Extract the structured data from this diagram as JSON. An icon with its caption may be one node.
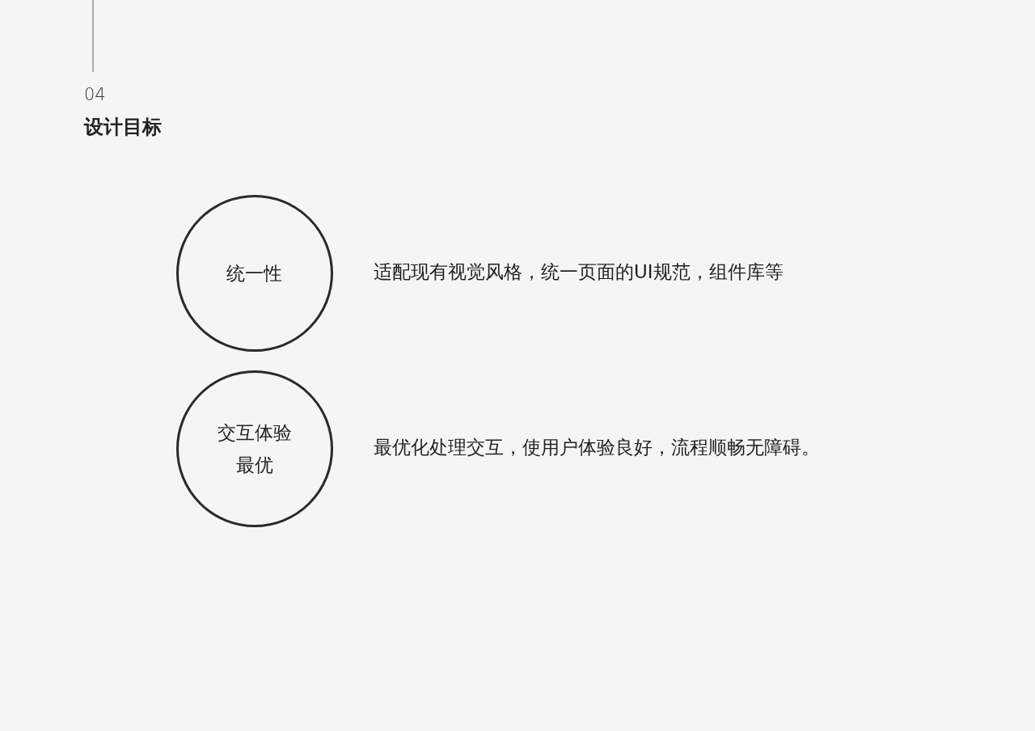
{
  "diagram": {
    "title": "设计目标",
    "nodes": [
      {
        "text": [
          "统一性"
        ],
        "beside": [
          "适配现有视觉风格，统一页面的UI规范，组件库等"
        ]
      },
      {
        "text": [
          "交互体验最优"
        ],
        "beside": [
          "最优化处理交互，使用户体验良好，流程顺畅无障碍。"
        ]
      }
    ],
    "labels": [
      "04"
    ]
  }
}
